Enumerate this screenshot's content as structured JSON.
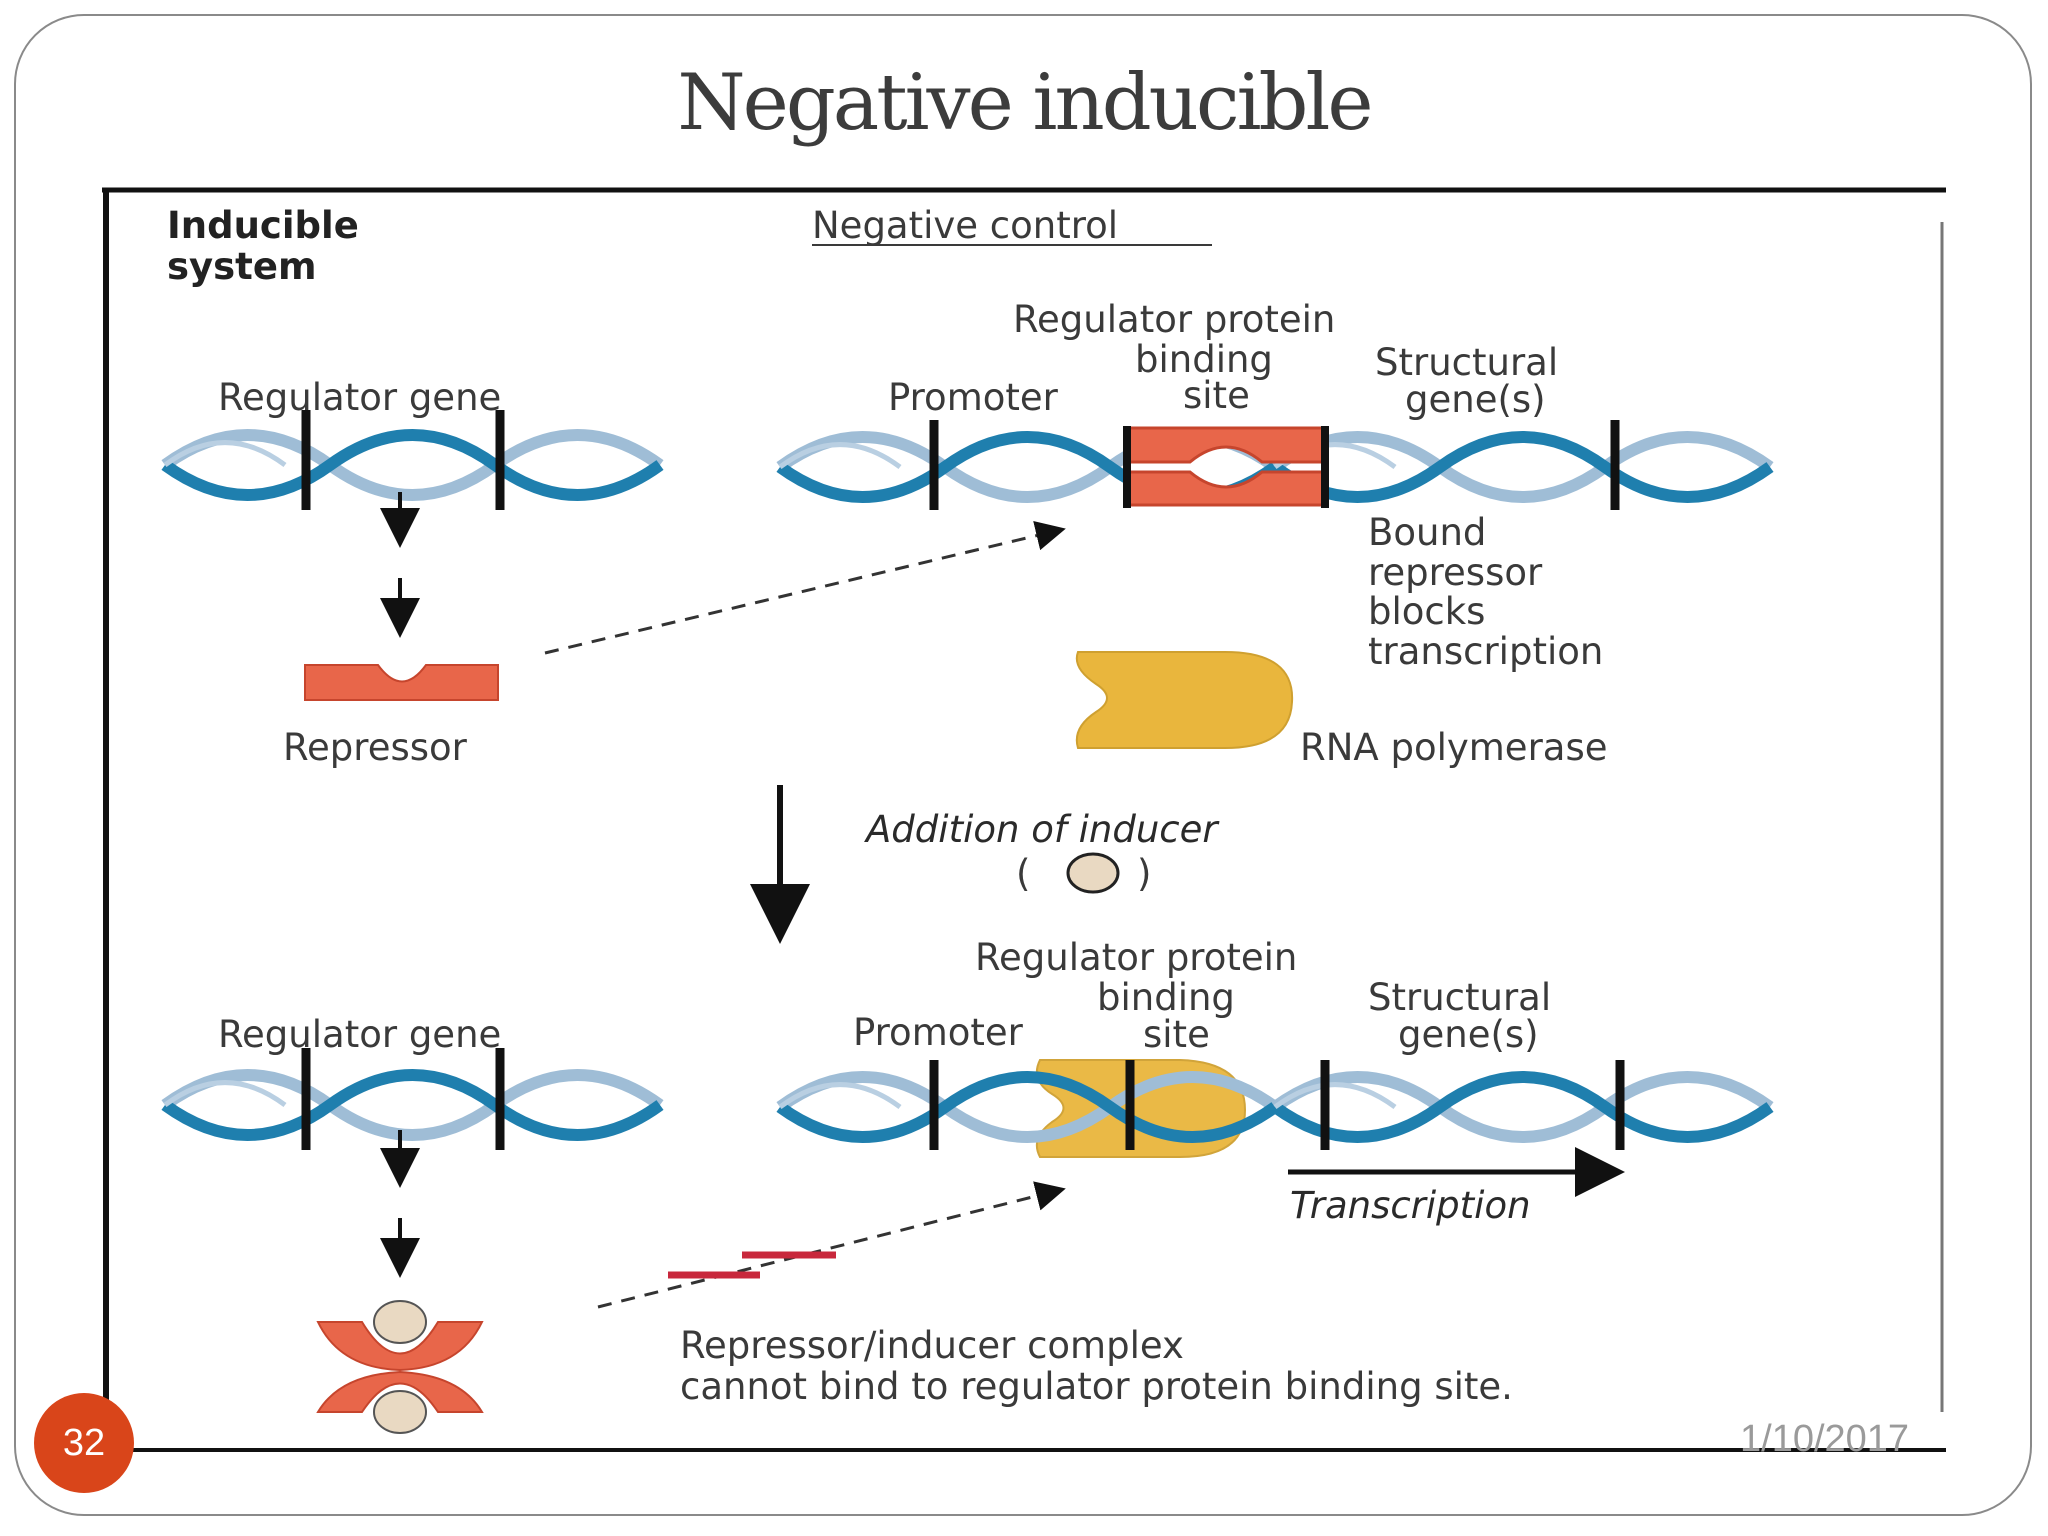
{
  "slide": {
    "title": "Negative inducible",
    "slide_number": "32",
    "date": "1/10/2017"
  },
  "figure": {
    "system_label_line1": "Inducible",
    "system_label_line2": "system",
    "control_label": "Negative control",
    "top_panel": {
      "regulator_gene": "Regulator gene",
      "regulator_protein_line1": "Regulator protein",
      "regulator_protein_line2": "binding",
      "regulator_protein_line3": "site",
      "promoter": "Promoter",
      "structural_line1": "Structural",
      "structural_line2": "gene(s)",
      "bound_line1": "Bound",
      "bound_line2": "repressor",
      "bound_line3": "blocks",
      "bound_line4": "transcription",
      "repressor": "Repressor",
      "rna_polymerase": "RNA polymerase"
    },
    "transition": {
      "addition_of_inducer": "Addition of inducer",
      "inducer_open": "(",
      "inducer_close": ")"
    },
    "bottom_panel": {
      "regulator_gene": "Regulator gene",
      "regulator_protein_line1": "Regulator protein",
      "regulator_protein_line2": "binding",
      "regulator_protein_line3": "site",
      "promoter": "Promoter",
      "structural_line1": "Structural",
      "structural_line2": "gene(s)",
      "transcription": "Transcription",
      "complex_line1": "Repressor/inducer complex",
      "complex_line2": "cannot bind to regulator protein binding site."
    },
    "colors": {
      "dna_dark": "#1f7fae",
      "dna_light": "#9fbdd6",
      "repressor": "#e8664a",
      "polymerase": "#e9b63d",
      "inducer": "#e9d9c2",
      "blocked_mark": "#c8283c"
    }
  }
}
